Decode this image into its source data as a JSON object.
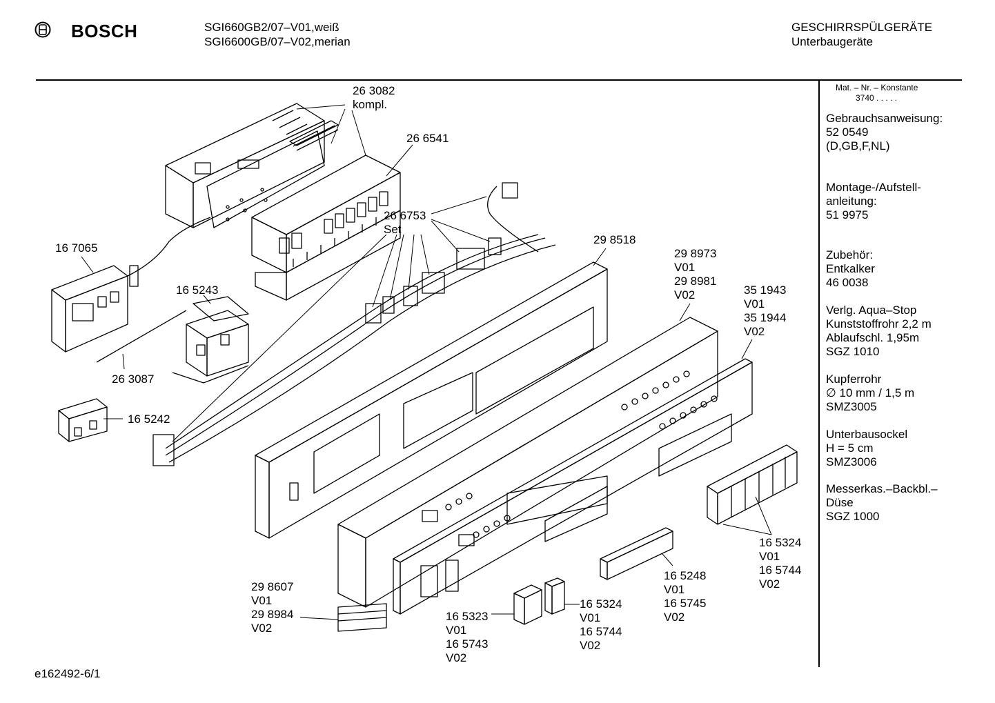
{
  "header": {
    "brand": "BOSCH",
    "model_line_1": "SGI660GB2/07–V01,weiß",
    "model_line_2": "SGI6600GB/07–V02,merian",
    "category_line_1": "GESCHIRRSPÜLGERÄTE",
    "category_line_2": "Unterbaugeräte"
  },
  "sidebar": {
    "mat_label": "Mat. – Nr. – Konstante",
    "mat_value": "3740 .  .  .  .  .",
    "blocks": [
      [
        "Gebrauchsanweisung:",
        "52 0549",
        "(D,GB,F,NL)"
      ],
      [
        "Montage-/Aufstell-",
        "anleitung:",
        "51 9975"
      ],
      [
        "Zubehör:",
        "Entkalker",
        "46 0038"
      ],
      [
        "Verlg. Aqua–Stop",
        "Kunststoffrohr 2,2 m",
        "Ablaufschl. 1,95m",
        "SGZ 1010"
      ],
      [
        "Kupferrohr",
        "∅ 10 mm / 1,5 m",
        "SMZ3005"
      ],
      [
        "Unterbausockel",
        "H = 5 cm",
        "SMZ3006"
      ],
      [
        "Messerkas.–Backbl.–",
        "Düse",
        "SGZ 1000"
      ]
    ]
  },
  "parts": {
    "p263082": [
      "26 3082",
      "kompl."
    ],
    "p266541": [
      "26 6541"
    ],
    "p266753": [
      "26 6753",
      "Set"
    ],
    "p167065": [
      "16 7065"
    ],
    "p165243": [
      "16 5243"
    ],
    "p263087": [
      "26 3087"
    ],
    "p165242": [
      "16 5242"
    ],
    "p298518": [
      "29 8518"
    ],
    "p298973": [
      "29 8973",
      "V01",
      "29 8981",
      "V02"
    ],
    "p351943": [
      "35 1943",
      "V01",
      "35 1944",
      "V02"
    ],
    "p298607": [
      "29 8607",
      "V01",
      "29 8984",
      "V02"
    ],
    "p165323": [
      "16 5323",
      "V01",
      "16 5743",
      "V02"
    ],
    "p165324b": [
      "16 5324",
      "V01",
      "16 5744",
      "V02"
    ],
    "p165248": [
      "16 5248",
      "V01",
      "16 5745",
      "V02"
    ],
    "p165324a": [
      "16 5324",
      "V01",
      "16 5744",
      "V02"
    ]
  },
  "footer": {
    "drawing_id": "e162492-6/1"
  }
}
